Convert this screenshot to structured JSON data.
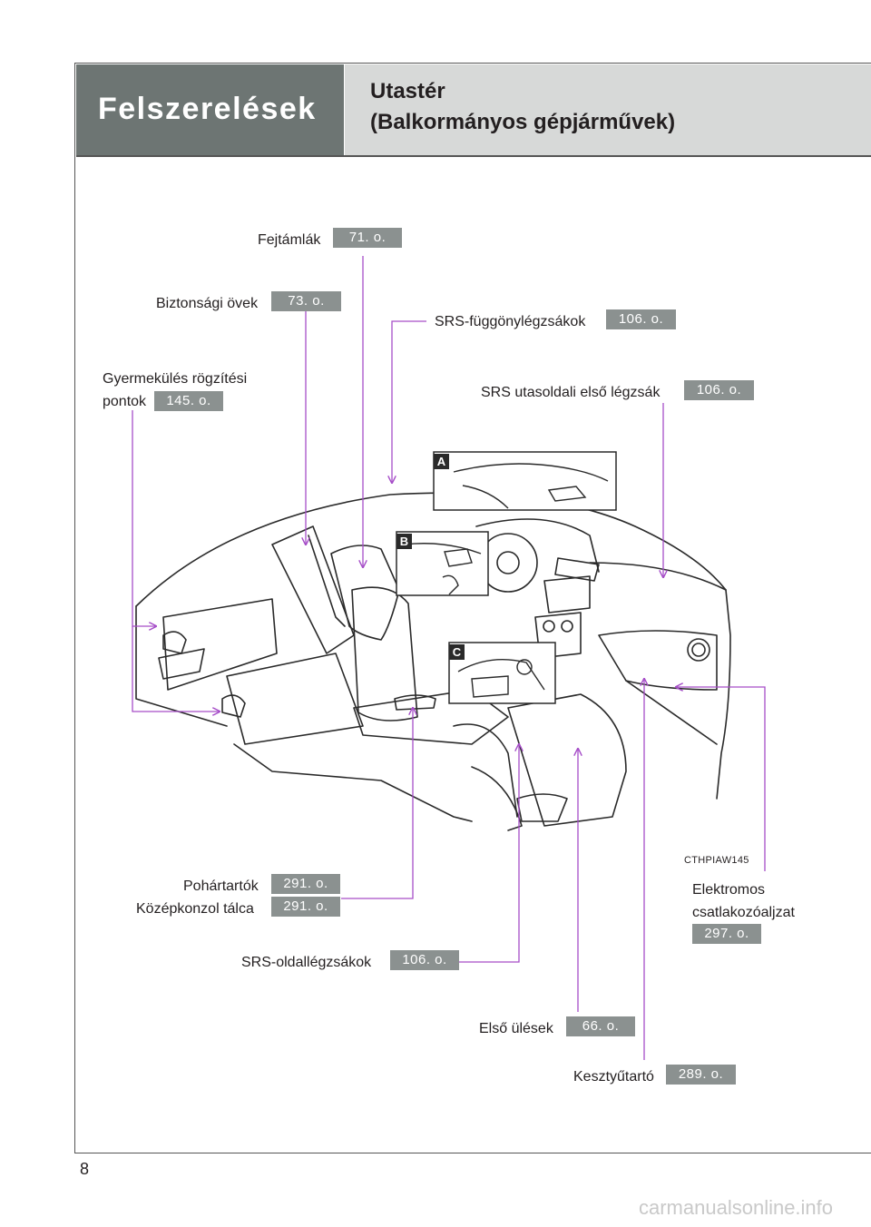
{
  "header": {
    "section": "Felszerelések",
    "title_line1": "Utastér",
    "title_line2": "(Balkormányos gépjárművek)"
  },
  "callouts": {
    "headrests": {
      "label": "Fejtámlák",
      "ref": "71. o."
    },
    "seatbelts": {
      "label": "Biztonsági övek",
      "ref": "73. o."
    },
    "curtain_airbags": {
      "label": "SRS-függönylégzsákok",
      "ref": "106. o."
    },
    "child_anchor": {
      "label_line1": "Gyermekülés rögzítési",
      "label_line2": "pontok",
      "ref": "145. o."
    },
    "passenger_airbag": {
      "label": "SRS utasoldali első légzsák",
      "ref": "106. o."
    },
    "cup_holders": {
      "label": "Pohártartók",
      "ref": "291. o."
    },
    "console_tray": {
      "label": "Középkonzol tálca",
      "ref": "291. o."
    },
    "side_airbags": {
      "label": "SRS-oldallégzsákok",
      "ref": "106. o."
    },
    "front_seats": {
      "label": "Első ülések",
      "ref": "66. o."
    },
    "glovebox": {
      "label": "Kesztyűtartó",
      "ref": "289. o."
    },
    "power_outlet": {
      "label_line1": "Elektromos",
      "label_line2": "csatlakozóaljzat",
      "ref": "297. o."
    }
  },
  "insets": {
    "a": "A",
    "b": "B",
    "c": "C"
  },
  "figure_code": "CTHPIAW145",
  "page_number": "8",
  "watermark": "carmanualsonline.info",
  "colors": {
    "leader": "#a64ec8",
    "badge": "#8b9190",
    "header_dark": "#6d7573",
    "header_light": "#d7d9d8"
  }
}
